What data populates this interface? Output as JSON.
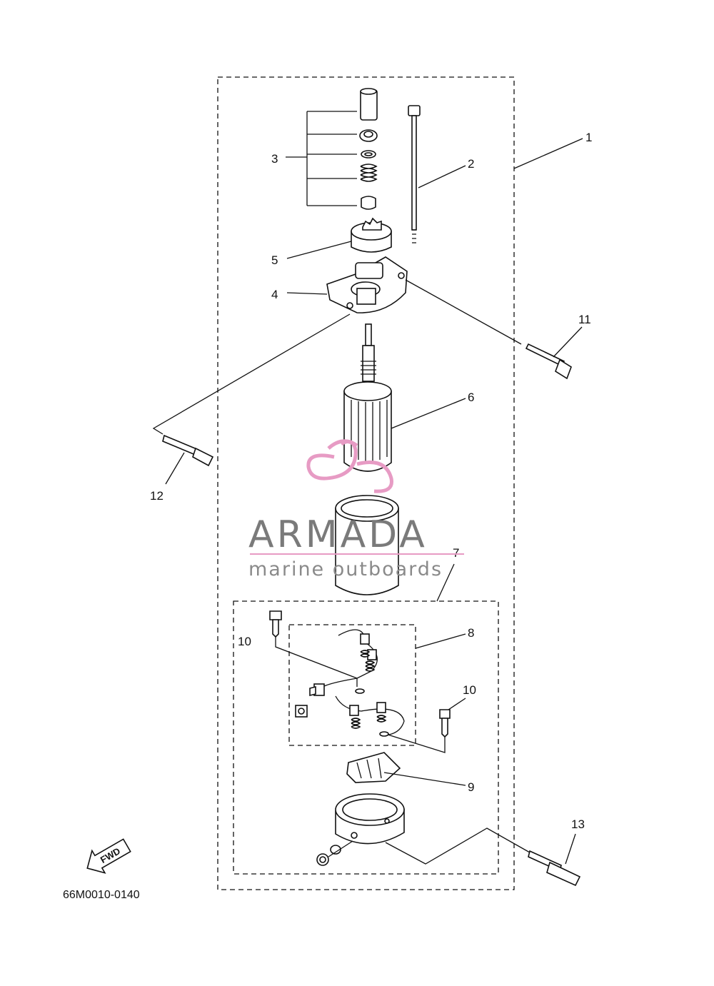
{
  "diagram": {
    "callouts": [
      "1",
      "2",
      "3",
      "4",
      "5",
      "6",
      "7",
      "8",
      "9",
      "10",
      "10",
      "11",
      "12",
      "13"
    ],
    "drawing_code": "66M0010-0140",
    "fwd_label": "FWD"
  },
  "watermark": {
    "brand": "ARMADA",
    "tagline": "marine outboards",
    "accent_color": "#e79bc4",
    "text_color": "#7a7a7a"
  }
}
